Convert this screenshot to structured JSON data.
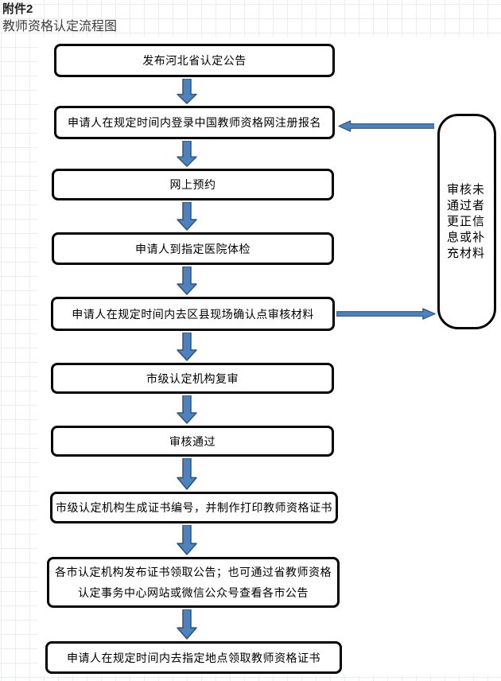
{
  "header": {
    "attachment_label": "附件2",
    "subtitle": "教师资格认定流程图"
  },
  "flowchart": {
    "nodes": [
      {
        "label": "发布河北省认定公告"
      },
      {
        "label": "申请人在规定时间内登录中国教师资格网注册报名"
      },
      {
        "label": "网上预约"
      },
      {
        "label": "申请人到指定医院体检"
      },
      {
        "label": "申请人在规定时间内去区县现场确认点审核材料"
      },
      {
        "label": "市级认定机构复审"
      },
      {
        "label": "审核通过"
      },
      {
        "label": "市级认定机构生成证书编号，并制作打印教师资格证书"
      },
      {
        "label": "各市认定机构发布证书领取公告；也可通过省教师资格\n认定事务中心网站或微信公众号查看各市公告"
      },
      {
        "label": "申请人在规定时间内去指定地点领取教师资格证书"
      }
    ],
    "side_node": {
      "label": "审核未通过者更正信息或补充材料"
    },
    "icons": {
      "down_arrow": "arrow-down-icon",
      "left_arrow": "arrow-left-icon",
      "right_arrow": "arrow-right-icon"
    },
    "colors": {
      "arrow_fill": "#4f81bd",
      "arrow_stroke": "#2f5579",
      "box_border": "#050505",
      "grid_line": "#f3eaea",
      "background": "#ffffff"
    }
  }
}
